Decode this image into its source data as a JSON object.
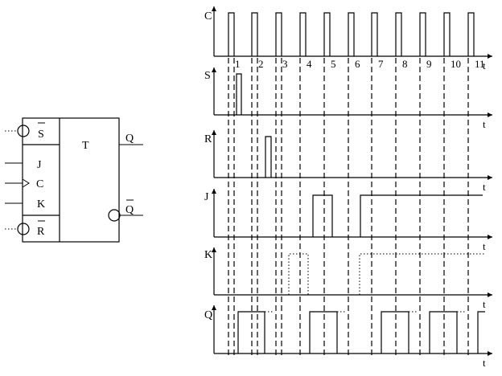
{
  "flipflop": {
    "block_label": "T",
    "inputs": {
      "s_bar": "S",
      "j": "J",
      "c": "C",
      "k": "K",
      "r_bar": "R"
    },
    "outputs": {
      "q": "Q",
      "q_bar": "Q"
    }
  },
  "timing": {
    "time_label": "t",
    "tick_labels": [
      "1",
      "2",
      "3",
      "4",
      "5",
      "6",
      "7",
      "8",
      "9",
      "10",
      "11"
    ],
    "signals": [
      {
        "id": "C",
        "label": "C"
      },
      {
        "id": "S",
        "label": "S"
      },
      {
        "id": "R",
        "label": "R"
      },
      {
        "id": "J",
        "label": "J"
      },
      {
        "id": "K",
        "label": "K"
      },
      {
        "id": "Q",
        "label": "Q"
      }
    ],
    "clock_pulses": 11,
    "s_pulse_after_clock": 1,
    "r_pulse_after_clock": 3,
    "j_pulse_between_clocks": [
      4,
      5
    ],
    "j_high_from_clock": 6,
    "k_pulse_between_clocks": [
      3,
      4
    ],
    "k_high_from_clock": 6,
    "q_high_intervals": [
      [
        1,
        2
      ],
      [
        4,
        5
      ],
      [
        7,
        8
      ],
      [
        9,
        10
      ],
      [
        11,
        11
      ]
    ]
  }
}
